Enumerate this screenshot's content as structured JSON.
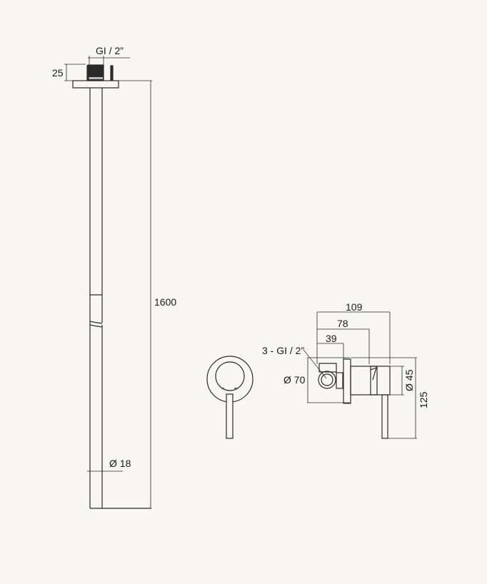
{
  "drawing": {
    "background": "#f7f6f4",
    "line_color": "#2a2a2a",
    "shower_arm": {
      "thread_label": "GI / 2”",
      "flange_height": "25",
      "length": "1600",
      "diameter": "Ø 18"
    },
    "mixer_front": {
      "name": "concealed mixer front view"
    },
    "mixer_side": {
      "inlets_label": "3 - GI / 2”",
      "depth_total": "109",
      "depth_mid": "78",
      "depth_body": "39",
      "plate_diameter": "Ø 70",
      "body_diameter": "Ø 45",
      "height": "125"
    }
  }
}
